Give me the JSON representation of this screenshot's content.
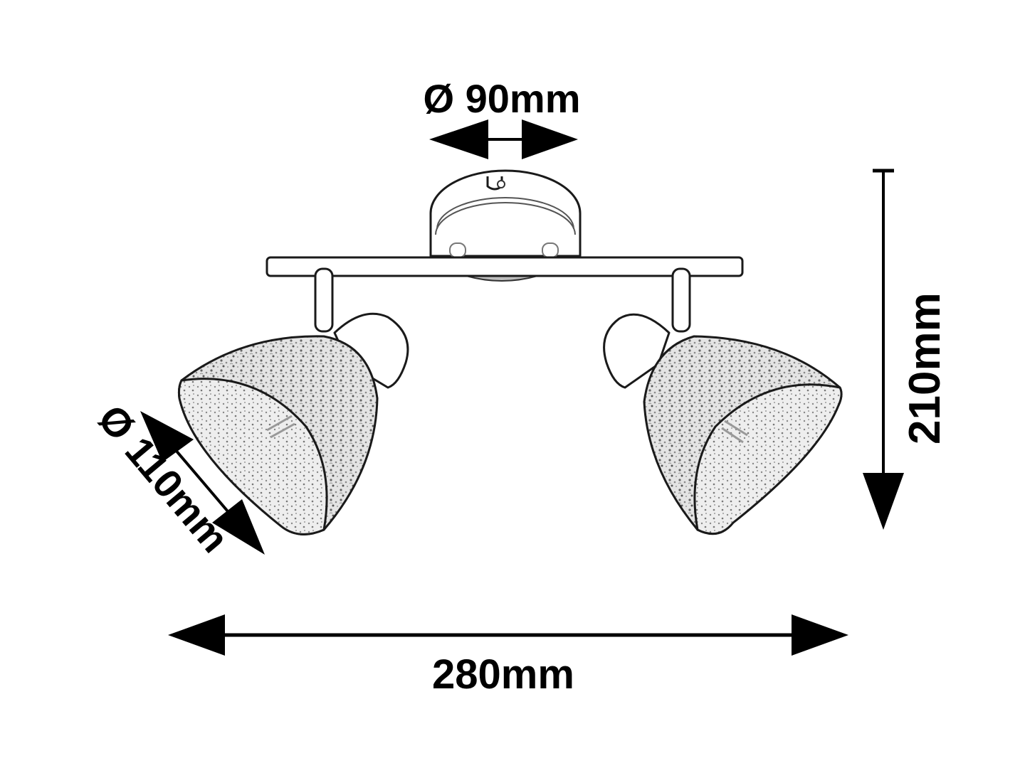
{
  "diagram": {
    "subject": "Two-light ceiling spotlight fixture with textured cone shades",
    "line_color": "#000000",
    "background": "#ffffff",
    "dimensions": {
      "canopy_diameter": {
        "symbol": "Ø",
        "value": "90mm",
        "text": "Ø 90mm"
      },
      "shade_diameter": {
        "symbol": "Ø",
        "value": "110mm",
        "text": "Ø 110mm"
      },
      "height": {
        "value": "210mm",
        "text": "210mm"
      },
      "width": {
        "value": "280mm",
        "text": "280mm"
      }
    },
    "parts": [
      "ceiling-canopy",
      "mounting-bar",
      "left-arm",
      "right-arm",
      "left-shade",
      "right-shade"
    ]
  }
}
